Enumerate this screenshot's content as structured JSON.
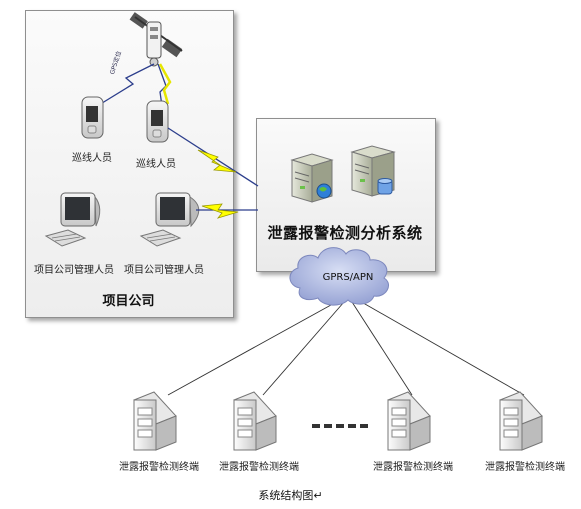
{
  "company": {
    "title": "项目公司",
    "patrol_label": "巡线人员",
    "manager_label": "项目公司管理人员",
    "link_label": "GPS定位"
  },
  "system": {
    "title": "泄露报警检测分析系统"
  },
  "cloud": {
    "label": "GPRS/APN"
  },
  "terminal": {
    "label": "泄露报警检测终端"
  },
  "caption": "系统结构图↵",
  "colors": {
    "link": "#2c3e8c",
    "wireless": "#e6e600",
    "cloud": "#a9b4dd"
  }
}
